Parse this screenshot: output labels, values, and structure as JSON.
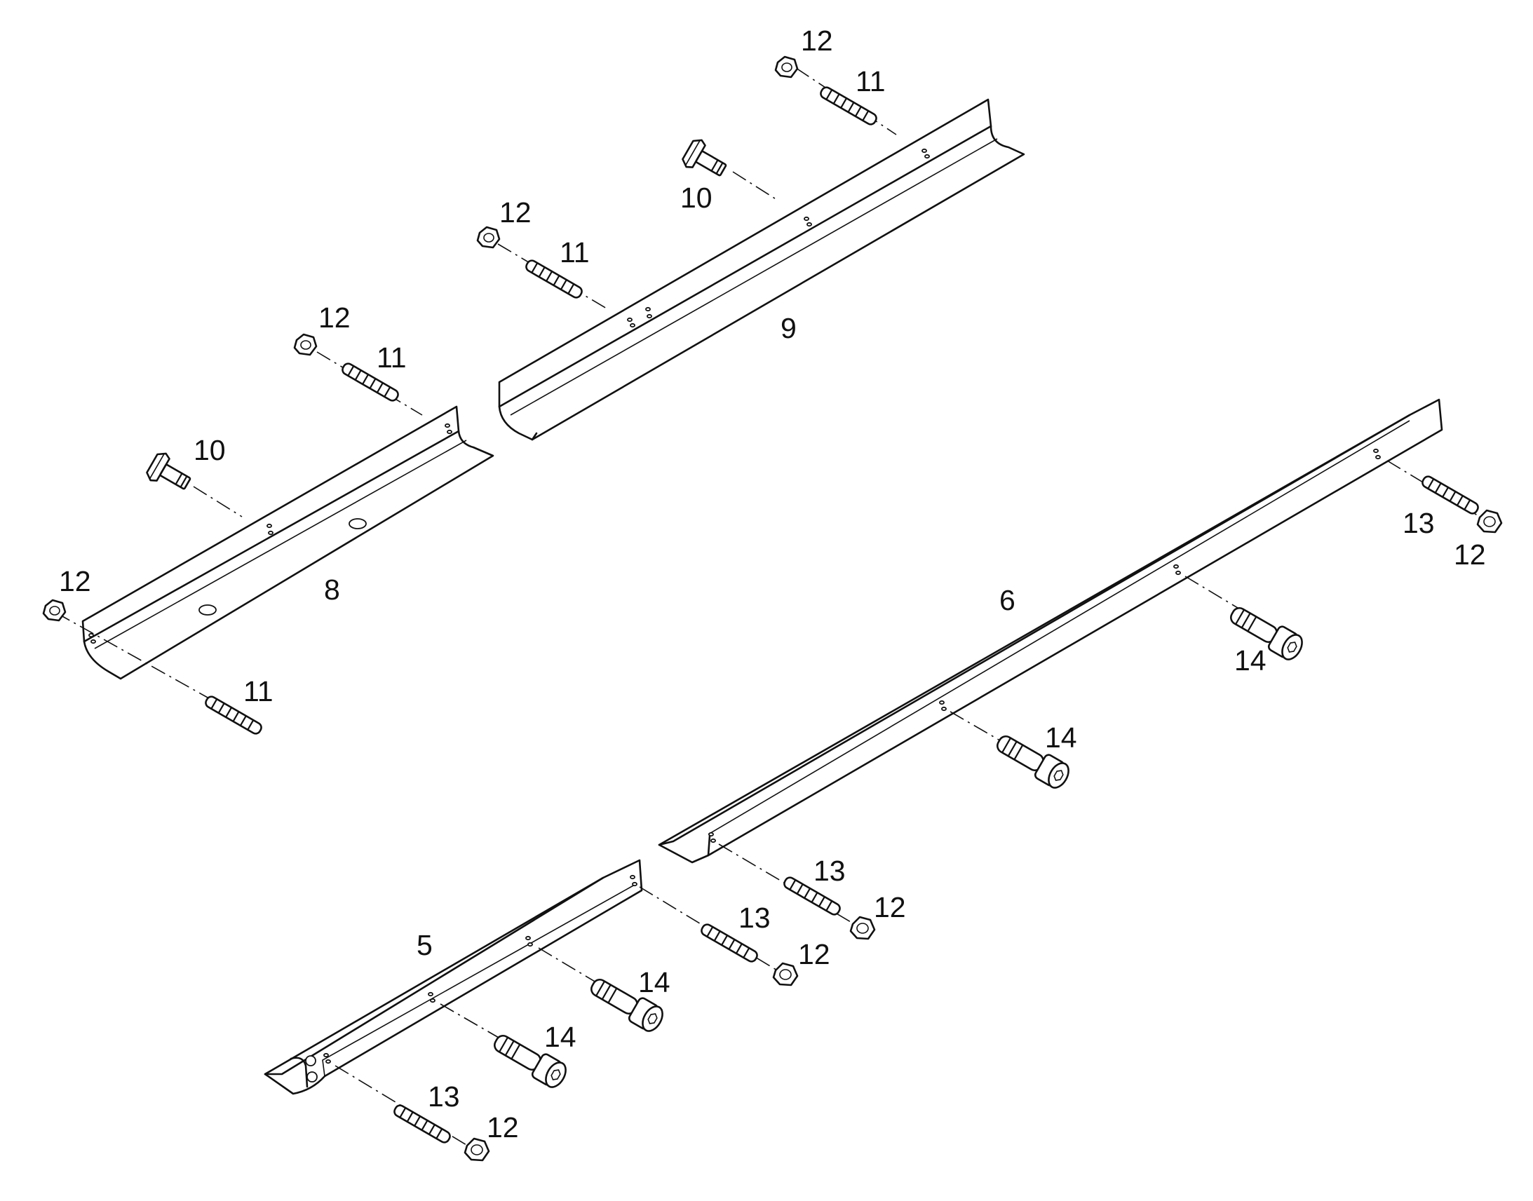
{
  "diagram": {
    "callouts": [
      {
        "id": "c1",
        "text": "12"
      },
      {
        "id": "c2",
        "text": "11"
      },
      {
        "id": "c3",
        "text": "10"
      },
      {
        "id": "c4",
        "text": "12"
      },
      {
        "id": "c5",
        "text": "11"
      },
      {
        "id": "c6",
        "text": "9"
      },
      {
        "id": "c7",
        "text": "12"
      },
      {
        "id": "c8",
        "text": "11"
      },
      {
        "id": "c9",
        "text": "10"
      },
      {
        "id": "c10",
        "text": "12"
      },
      {
        "id": "c11",
        "text": "8"
      },
      {
        "id": "c12",
        "text": "11"
      },
      {
        "id": "c13",
        "text": "6"
      },
      {
        "id": "c14",
        "text": "13"
      },
      {
        "id": "c15",
        "text": "12"
      },
      {
        "id": "c16",
        "text": "14"
      },
      {
        "id": "c17",
        "text": "14"
      },
      {
        "id": "c18",
        "text": "13"
      },
      {
        "id": "c19",
        "text": "12"
      },
      {
        "id": "c20",
        "text": "13"
      },
      {
        "id": "c21",
        "text": "12"
      },
      {
        "id": "c22",
        "text": "5"
      },
      {
        "id": "c23",
        "text": "14"
      },
      {
        "id": "c24",
        "text": "14"
      },
      {
        "id": "c25",
        "text": "13"
      },
      {
        "id": "c26",
        "text": "12"
      }
    ]
  }
}
